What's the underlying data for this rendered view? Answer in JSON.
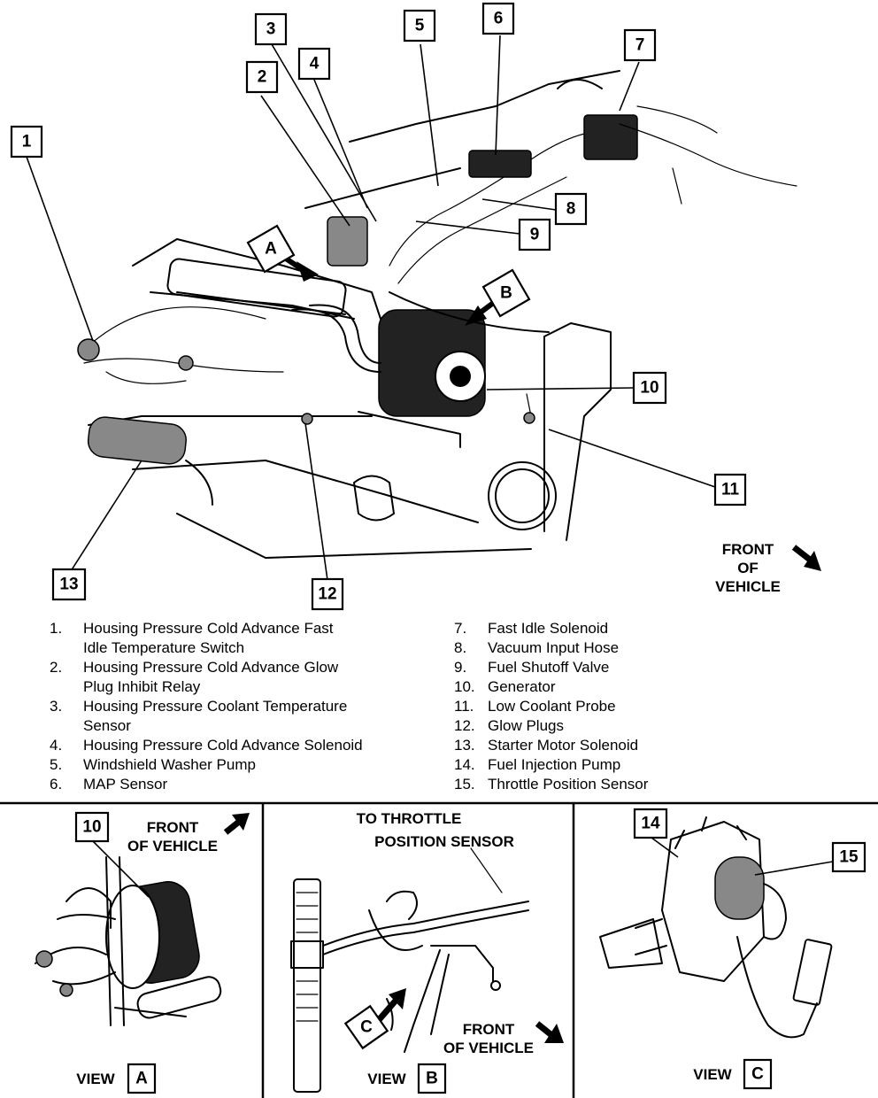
{
  "main_view": {
    "callouts": [
      "1",
      "2",
      "3",
      "4",
      "5",
      "6",
      "7",
      "8",
      "9",
      "10",
      "11",
      "12",
      "13"
    ],
    "view_letters": [
      "A",
      "B"
    ],
    "front_of_vehicle": [
      "FRONT",
      "OF",
      "VEHICLE"
    ]
  },
  "legend": {
    "left": [
      {
        "num": "1.",
        "lines": [
          "Housing Pressure Cold Advance Fast",
          "Idle Temperature Switch"
        ]
      },
      {
        "num": "2.",
        "lines": [
          "Housing Pressure Cold Advance Glow",
          "Plug Inhibit Relay"
        ]
      },
      {
        "num": "3.",
        "lines": [
          "Housing Pressure Coolant Temperature",
          "Sensor"
        ]
      },
      {
        "num": "4.",
        "lines": [
          "Housing Pressure Cold Advance Solenoid"
        ]
      },
      {
        "num": "5.",
        "lines": [
          "Windshield Washer Pump"
        ]
      },
      {
        "num": "6.",
        "lines": [
          "MAP Sensor"
        ]
      }
    ],
    "right": [
      {
        "num": "7.",
        "lines": [
          "Fast Idle Solenoid"
        ]
      },
      {
        "num": "8.",
        "lines": [
          "Vacuum Input Hose"
        ]
      },
      {
        "num": "9.",
        "lines": [
          "Fuel Shutoff Valve"
        ]
      },
      {
        "num": "10.",
        "lines": [
          "Generator"
        ]
      },
      {
        "num": "11.",
        "lines": [
          "Low Coolant Probe"
        ]
      },
      {
        "num": "12.",
        "lines": [
          "Glow Plugs"
        ]
      },
      {
        "num": "13.",
        "lines": [
          "Starter Motor Solenoid"
        ]
      },
      {
        "num": "14.",
        "lines": [
          "Fuel Injection Pump"
        ]
      },
      {
        "num": "15.",
        "lines": [
          "Throttle Position Sensor"
        ]
      }
    ]
  },
  "view_a": {
    "callout": "10",
    "front_line1": "FRONT",
    "front_line2": "OF VEHICLE",
    "view_word": "VIEW",
    "view_letter": "A"
  },
  "view_b": {
    "title_line1": "TO THROTTLE",
    "title_line2": "POSITION SENSOR",
    "letter_c": "C",
    "front_line1": "FRONT",
    "front_line2": "OF VEHICLE",
    "view_word": "VIEW",
    "view_letter": "B"
  },
  "view_c": {
    "callouts": [
      "14",
      "15"
    ],
    "view_word": "VIEW",
    "view_letter": "C"
  }
}
